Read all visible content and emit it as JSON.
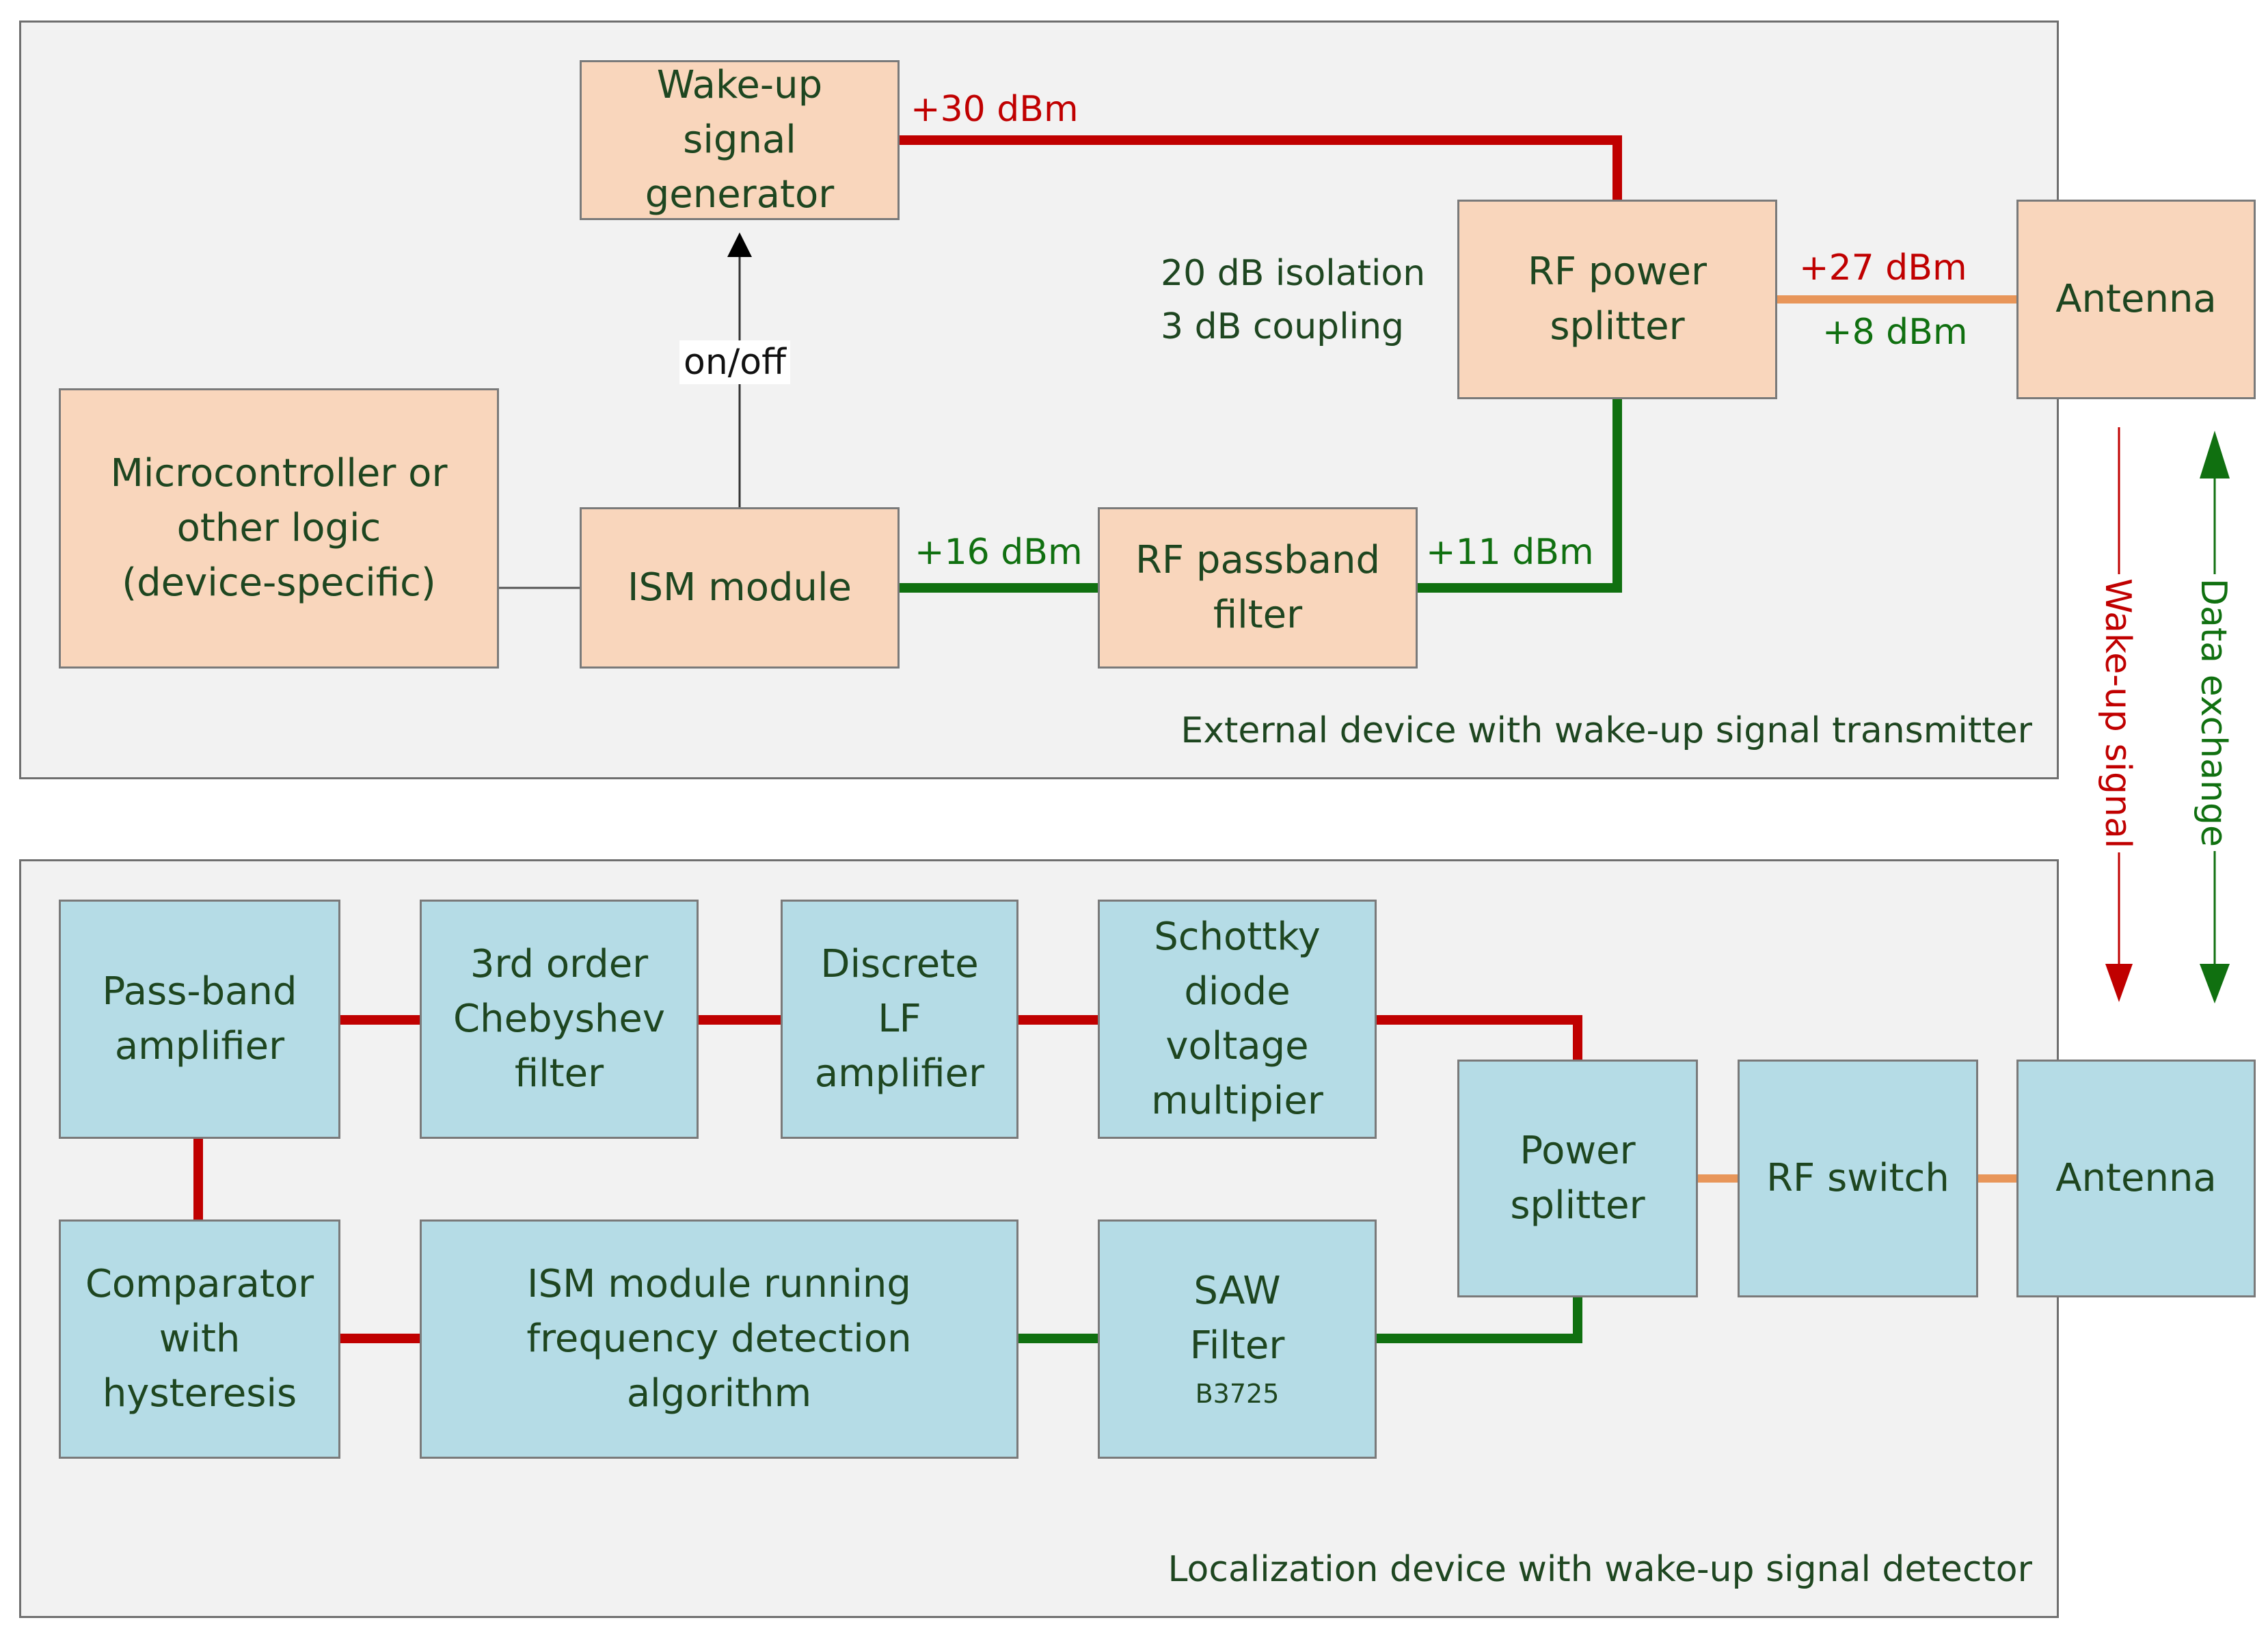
{
  "colors": {
    "tx_block": "#f9d6bc",
    "rx_block": "#b5dce6",
    "wake_up_line": "#c00000",
    "data_line": "#107010",
    "antenna_link": "#e8965a",
    "text": "#1e4620"
  },
  "transmitter": {
    "caption": "External device with wake-up signal transmitter",
    "blocks": {
      "wakeup_generator": [
        "Wake-up",
        "signal",
        "generator"
      ],
      "microcontroller": [
        "Microcontroller or",
        "other logic",
        "(device-specific)"
      ],
      "ism_module": [
        "ISM module"
      ],
      "passband_filter": [
        "RF passband",
        "filter"
      ],
      "power_splitter": [
        "RF power",
        "splitter"
      ],
      "antenna": [
        "Antenna"
      ]
    },
    "labels": {
      "on_off": "on/off",
      "p30": "+30 dBm",
      "p16": "+16 dBm",
      "p11": "+11 dBm",
      "p27": "+27 dBm",
      "p8": "+8 dBm",
      "isolation": "20 dB  isolation",
      "coupling": "3 dB coupling"
    }
  },
  "link": {
    "wake_up": "Wake-up signal",
    "data": "Data exchange"
  },
  "receiver": {
    "caption": "Localization device with wake-up signal detector",
    "blocks": {
      "passband_amplifier": [
        "Pass-band",
        "amplifier"
      ],
      "chebyshev_filter": [
        "3rd order",
        "Chebyshev",
        "filter"
      ],
      "lf_amplifier": [
        "Discrete",
        "LF",
        "amplifier"
      ],
      "schottky_multiplier": [
        "Schottky",
        "diode",
        "voltage",
        "multipier"
      ],
      "comparator": [
        "Comparator",
        "with",
        "hysteresis"
      ],
      "ism_module": [
        "ISM module running",
        "frequency detection",
        "algorithm"
      ],
      "saw_filter": [
        "SAW",
        "Filter"
      ],
      "saw_part": "B3725",
      "power_splitter": [
        "Power",
        "splitter"
      ],
      "rf_switch": [
        "RF switch"
      ],
      "antenna": [
        "Antenna"
      ]
    }
  }
}
